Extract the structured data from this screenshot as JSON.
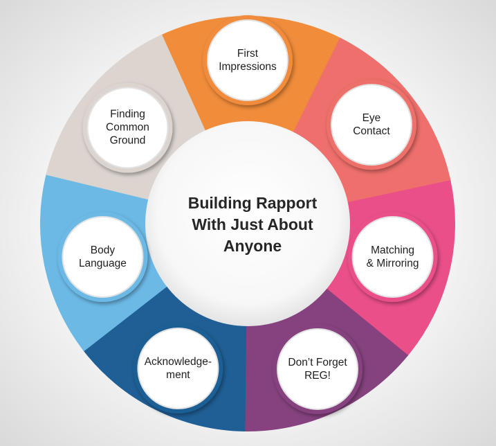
{
  "title": "Building Rapport\nWith Just About\nAnyone",
  "steps": [
    {
      "label": "First\nImpressions",
      "color": "#f08c3a"
    },
    {
      "label": "Eye\nContact",
      "color": "#ee6f6b"
    },
    {
      "label": "Matching\n& Mirroring",
      "color": "#ea4f8a"
    },
    {
      "label": "Don’t Forget\nREG!",
      "color": "#86427f"
    },
    {
      "label": "Acknowledge-\nment",
      "color": "#1f5f95"
    },
    {
      "label": "Body\nLanguage",
      "color": "#6cb9e6"
    },
    {
      "label": "Finding\nCommon\nGround",
      "color": "#dcd4cf"
    }
  ]
}
